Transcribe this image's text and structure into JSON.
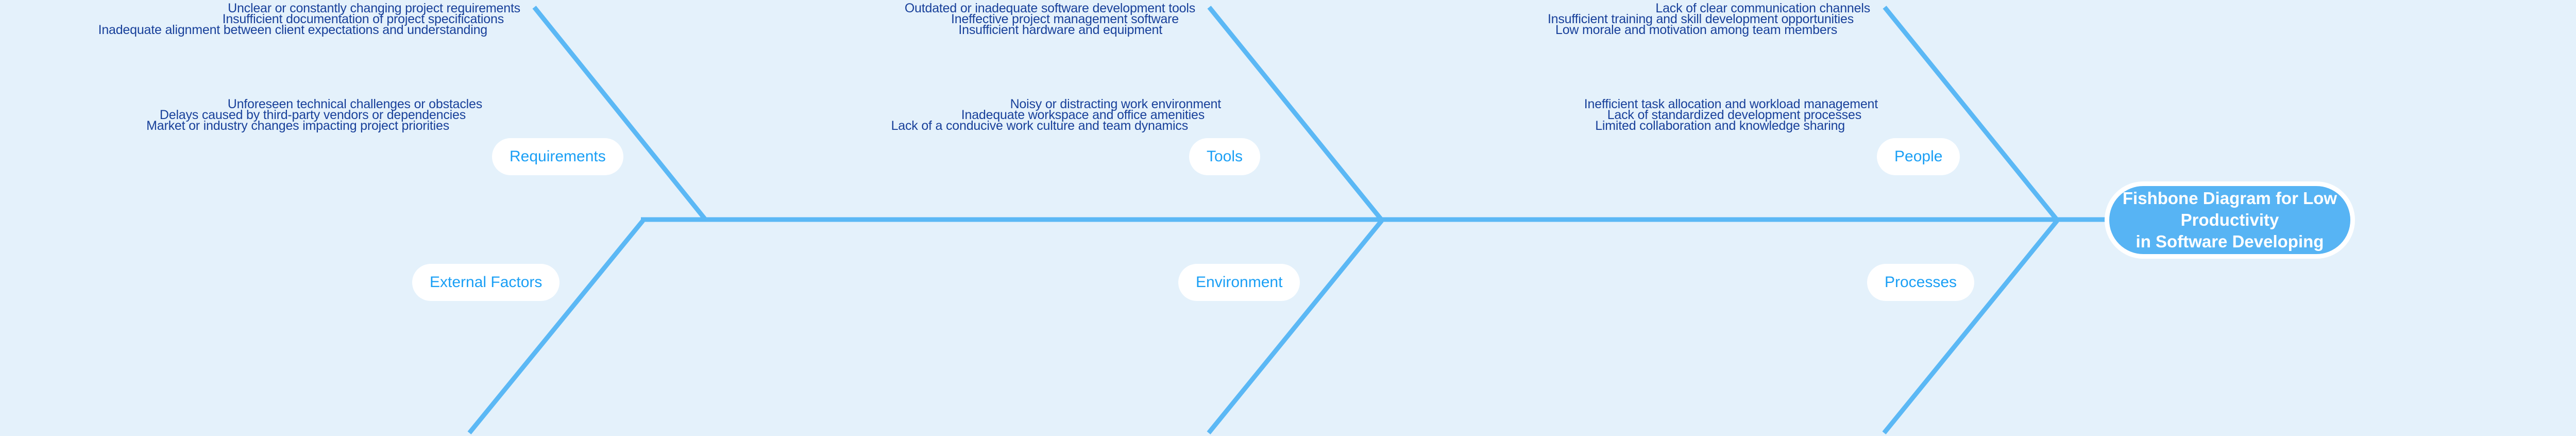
{
  "diagram": {
    "type": "fishbone",
    "title_line1": "Fishbone Diagram for Low Productivity",
    "title_line2": "in Software Developing",
    "colors": {
      "background": "#e4f1fb",
      "bone": "#5bb8f5",
      "head_fill": "#57b4f4",
      "head_text": "#ffffff",
      "pill_fill": "#ffffff",
      "pill_text": "#1a9ff5",
      "cause_text": "#18409a"
    },
    "categories": [
      {
        "label": "Requirements",
        "position": "top",
        "causes": [
          "Unclear or constantly changing project requirements",
          "Insufficient documentation of project specifications",
          "Inadequate alignment between client expectations and understanding"
        ]
      },
      {
        "label": "Tools",
        "position": "top",
        "causes": [
          "Outdated or inadequate software development tools",
          "Ineffective project management software",
          "Insufficient hardware and equipment"
        ]
      },
      {
        "label": "People",
        "position": "top",
        "causes": [
          "Lack of clear communication channels",
          "Insufficient training and skill development opportunities",
          "Low morale and motivation among team members"
        ]
      },
      {
        "label": "External Factors",
        "position": "bottom",
        "causes": [
          "Unforeseen technical challenges or obstacles",
          "Delays caused by third-party vendors or dependencies",
          "Market or industry changes impacting project priorities"
        ]
      },
      {
        "label": "Environment",
        "position": "bottom",
        "causes": [
          "Noisy or distracting work environment",
          "Inadequate workspace and office amenities",
          "Lack of a conducive work culture and team dynamics"
        ]
      },
      {
        "label": "Processes",
        "position": "bottom",
        "causes": [
          "Inefficient task allocation and workload management",
          "Lack of standardized development processes",
          "Limited collaboration and knowledge sharing"
        ]
      }
    ]
  }
}
